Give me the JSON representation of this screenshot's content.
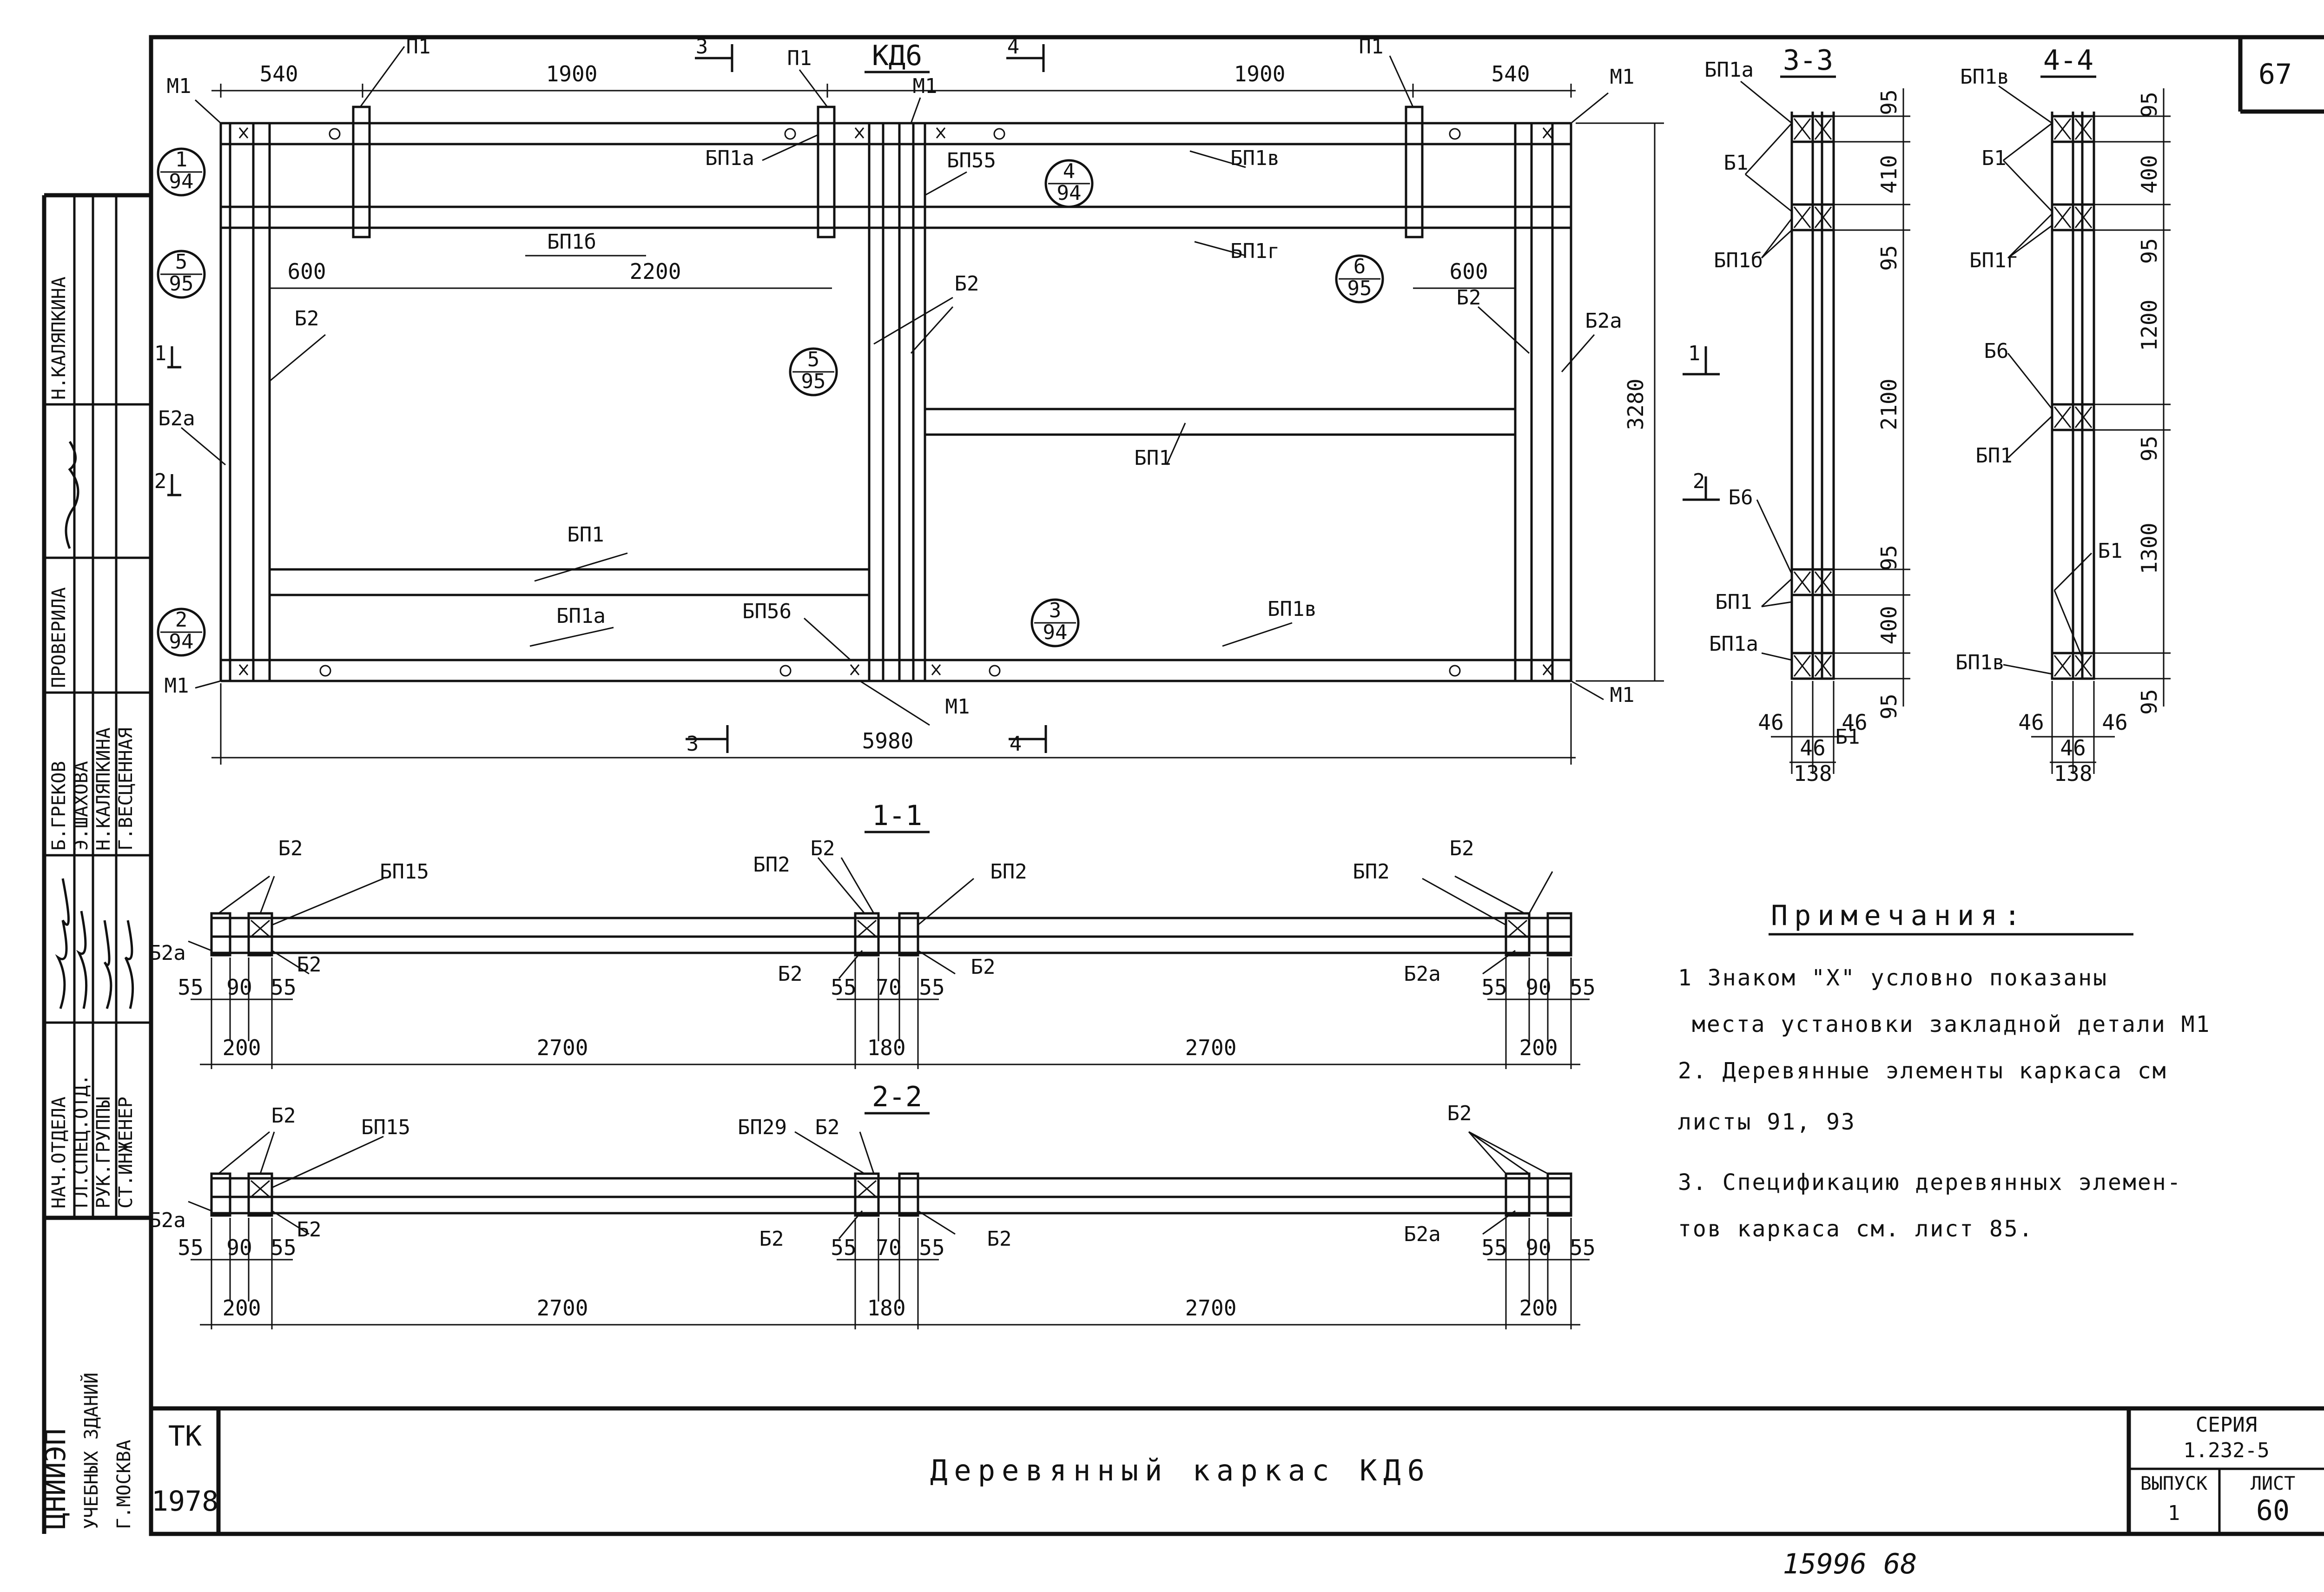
{
  "sheet": {
    "corner_number": "67",
    "handwritten_footer": "15996  68",
    "title": "Деревянный каркас КД6",
    "code": "ТК",
    "year": "1978",
    "series_label": "СЕРИЯ",
    "series_value": "1.232-5",
    "issue_label": "ВЫПУСК",
    "issue_value": "1",
    "sheet_label": "ЛИСТ",
    "sheet_value": "60"
  },
  "stamp": {
    "roles": [
      "НАЧ.ОТДЕЛА",
      "ГЛ.СПЕЦ.ОТД.",
      "РУК.ГРУППЫ",
      "СТ.ИНЖЕНЕР",
      "ПРОВЕРИЛА"
    ],
    "names": [
      "Б.ГРЕКОВ",
      "Э.ШАХОВА",
      "Н.КАЛЯПКИНА",
      "Г.ВЕСЦЕННАЯ",
      "Н.КАЛЯПКИНА"
    ],
    "org": [
      "ЦНИИЭП",
      "УЧЕБНЫХ ЗДАНИЙ",
      "Г.МОСКВА"
    ]
  },
  "plan": {
    "title": "КД6",
    "dims_top": [
      "540",
      "1900",
      "1900",
      "540"
    ],
    "dims_inner": [
      "600",
      "2200",
      "600"
    ],
    "dim_total_width": "5980",
    "dim_total_height": "3280",
    "members": {
      "p1": "П1",
      "bp1a": "БП1а",
      "bp1b": "БП1б",
      "bp1v": "БП1в",
      "bp1g": "БП1г",
      "bp55": "БП55",
      "bp56": "БП56",
      "bp1": "БП1",
      "b2": "Б2",
      "b2a": "Б2а",
      "m1": "М1"
    },
    "callouts": [
      {
        "num": "1",
        "den": "94"
      },
      {
        "num": "5",
        "den": "95"
      },
      {
        "num": "2",
        "den": "94"
      },
      {
        "num": "4",
        "den": "94"
      },
      {
        "num": "6",
        "den": "95"
      },
      {
        "num": "5",
        "den": "95"
      },
      {
        "num": "3",
        "den": "94"
      }
    ],
    "section_marks": [
      "1",
      "2",
      "3",
      "4"
    ]
  },
  "section33": {
    "title": "3-3",
    "labels": [
      "БП1а",
      "Б1",
      "БП1б",
      "Б6",
      "БП1",
      "БП1а",
      "Б1"
    ],
    "dims_v": [
      "95",
      "410",
      "95",
      "2100",
      "95",
      "400",
      "95"
    ],
    "dims_b": [
      "46",
      "46",
      "46",
      "138"
    ]
  },
  "section44": {
    "title": "4-4",
    "labels": [
      "БП1в",
      "Б1",
      "БП1г",
      "Б6",
      "БП1",
      "Б1",
      "БП1в"
    ],
    "dims_v": [
      "95",
      "400",
      "95",
      "1200",
      "95",
      "1300",
      "95"
    ],
    "dims_b": [
      "46",
      "46",
      "46",
      "138"
    ]
  },
  "section11": {
    "title": "1-1",
    "labels": [
      "Б2",
      "БП15",
      "Б2а",
      "Б2",
      "БП2",
      "Б2",
      "Б2",
      "БП2",
      "Б2",
      "БП2",
      "Б2",
      "Б2а"
    ],
    "dims_small": [
      "55",
      "90",
      "55",
      "55",
      "70",
      "55",
      "55",
      "90",
      "55"
    ],
    "dims_big": [
      "200",
      "2700",
      "180",
      "2700",
      "200"
    ]
  },
  "section22": {
    "title": "2-2",
    "labels": [
      "Б2",
      "БП15",
      "Б2а",
      "Б2",
      "БП29",
      "Б2",
      "Б2",
      "Б2",
      "Б2",
      "Б2а"
    ],
    "dims_small": [
      "55",
      "90",
      "55",
      "55",
      "70",
      "55",
      "55",
      "90",
      "55"
    ],
    "dims_big": [
      "200",
      "2700",
      "180",
      "2700",
      "200"
    ]
  },
  "notes": {
    "heading": "Примечания:",
    "lines": [
      "1 Знаком \"Х\" условно показаны",
      "места установки закладной детали М1",
      "2. Деревянные элементы каркаса см",
      "листы 91, 93",
      "3. Спецификацию деревянных элемен-",
      "тов каркаса см. лист 85."
    ]
  }
}
